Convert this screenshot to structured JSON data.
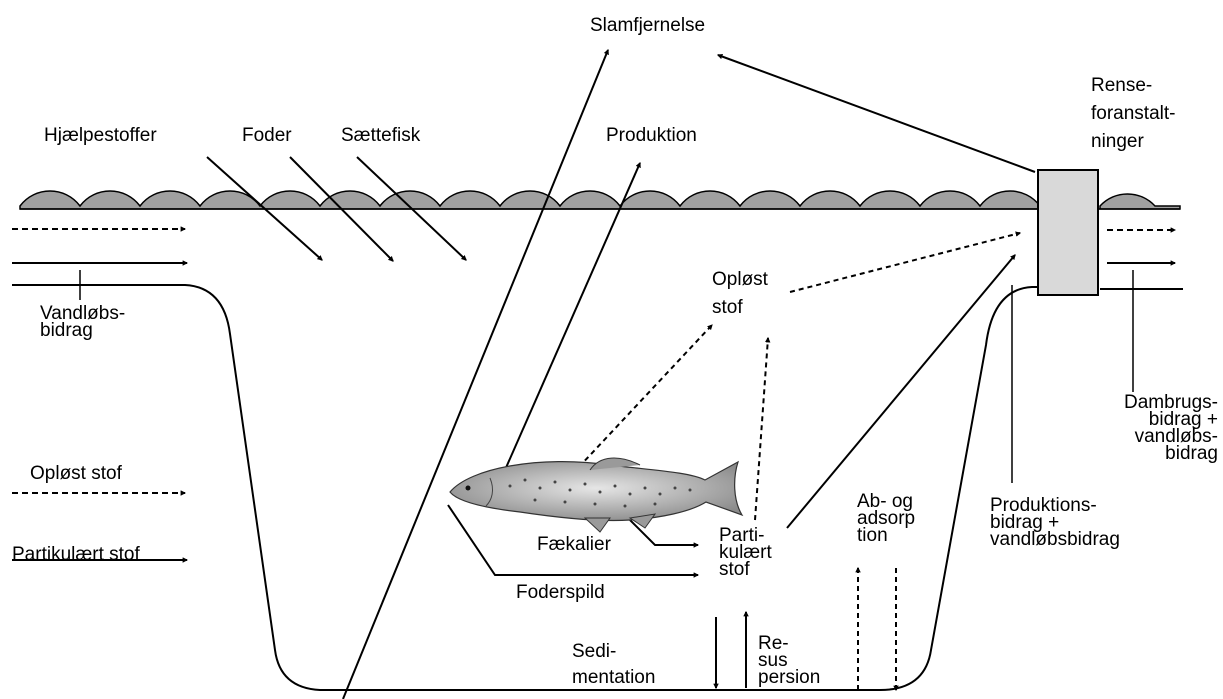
{
  "labels": {
    "slamfjernelse": "Slamfjernelse",
    "hjaelpestoffer": "Hjælpestoffer",
    "foder": "Foder",
    "saettefisk": "Sættefisk",
    "produktion": "Produktion",
    "rense": [
      "Rense-",
      "foranstalt-",
      "ninger"
    ],
    "vandlobsbidrag": [
      "Vandløbs-",
      "bidrag"
    ],
    "oplost_stof_top": [
      "Opløst",
      "stof"
    ],
    "oplost_stof_left": "Opløst stof",
    "partikulaert_stof_left": "Partikulært stof",
    "dambrugsbidrag": [
      "Dambrugs-",
      "bidrag +",
      "vandløbs-",
      "bidrag"
    ],
    "produktionsbidrag": [
      "Produktions-",
      "bidrag +",
      "vandløbsbidrag"
    ],
    "ab_og_adsorp": [
      "Ab- og",
      "adsorp",
      "tion"
    ],
    "partikulaert_stof_mid": [
      "Parti-",
      "kulært",
      "stof"
    ],
    "faekalier": "Fækalier",
    "foderspild": "Foderspild",
    "sedimentation": [
      "Sedi-",
      "mentation"
    ],
    "resuspension": [
      "Re-",
      "sus",
      "persion"
    ]
  },
  "icons": [
    "fish-icon"
  ],
  "colors": {
    "water": "#a0a0a0",
    "treatment_box": "#d9d9d9",
    "line": "#000000"
  }
}
